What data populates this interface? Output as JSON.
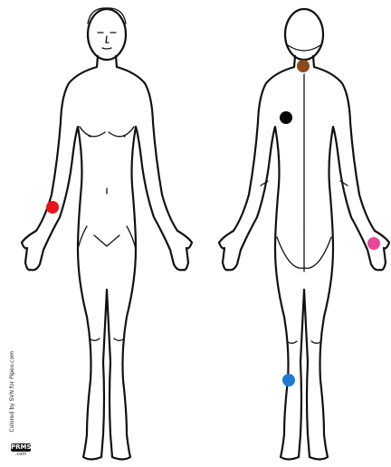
{
  "figures": [
    {
      "view": "front"
    },
    {
      "view": "back"
    }
  ],
  "markers": [
    {
      "id": "front-right-wrist",
      "figure": "front",
      "color": "#e8141b"
    },
    {
      "id": "back-neck",
      "figure": "back",
      "color": "#8b4a1c"
    },
    {
      "id": "back-left-shoulder-blade",
      "figure": "back",
      "color": "#000000"
    },
    {
      "id": "back-right-hand",
      "figure": "back",
      "color": "#e8479a"
    },
    {
      "id": "back-left-calf",
      "figure": "back",
      "color": "#1e7ad0"
    }
  ],
  "credit": {
    "text": "Colored by SVN for Pipeo.com"
  },
  "logo": {
    "top": "PRMS",
    "bottom": ".com"
  }
}
